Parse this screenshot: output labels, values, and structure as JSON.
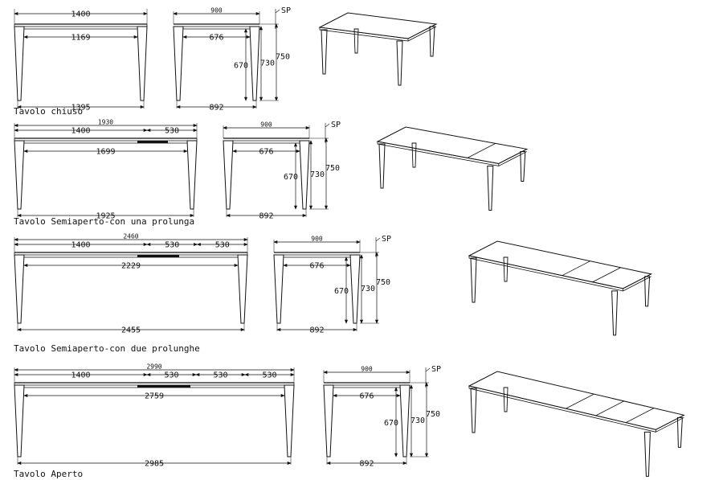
{
  "rows": [
    {
      "caption": "Tavolo chiuso",
      "front": {
        "top_length": "1400",
        "overall_length": "",
        "inner_length": "1169",
        "base_length": "1395",
        "extensions": []
      },
      "side": {
        "depth": "900",
        "inner_depth": "676",
        "base_depth": "892",
        "h_leg": "670",
        "h_frame": "730",
        "h_total": "750",
        "thickness": "SP"
      }
    },
    {
      "caption": "Tavolo Semiaperto-con una prolunga",
      "front": {
        "top_length": "1400",
        "overall_length": "1930",
        "inner_length": "1699",
        "base_length": "1925",
        "extensions": [
          "530"
        ]
      },
      "side": {
        "depth": "900",
        "inner_depth": "676",
        "base_depth": "892",
        "h_leg": "670",
        "h_frame": "730",
        "h_total": "750",
        "thickness": "SP"
      }
    },
    {
      "caption": "Tavolo Semiaperto-con due prolunghe",
      "front": {
        "top_length": "1400",
        "overall_length": "2460",
        "inner_length": "2229",
        "base_length": "2455",
        "extensions": [
          "530",
          "530"
        ]
      },
      "side": {
        "depth": "900",
        "inner_depth": "676",
        "base_depth": "892",
        "h_leg": "670",
        "h_frame": "730",
        "h_total": "750",
        "thickness": "SP"
      }
    },
    {
      "caption": "Tavolo Aperto",
      "front": {
        "top_length": "1400",
        "overall_length": "2990",
        "inner_length": "2759",
        "base_length": "2985",
        "extensions": [
          "530",
          "530",
          "530"
        ]
      },
      "side": {
        "depth": "900",
        "inner_depth": "676",
        "base_depth": "892",
        "h_leg": "670",
        "h_frame": "730",
        "h_total": "750",
        "thickness": "SP"
      }
    }
  ],
  "colors": {
    "line": "#111111",
    "background": "#ffffff"
  }
}
